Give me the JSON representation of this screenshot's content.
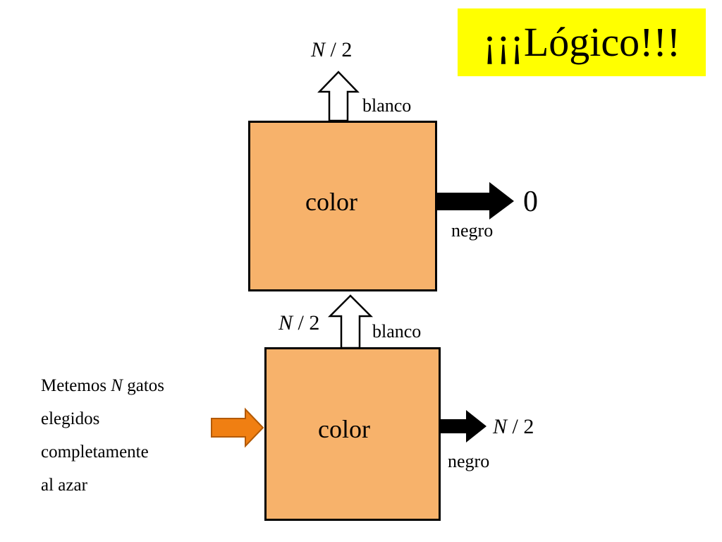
{
  "banner": {
    "text": "¡¡¡Lógico!!!",
    "color": "#ffff00"
  },
  "top_module": {
    "label": "color",
    "up_output": {
      "count_var": "N",
      "count_rest": " / 2",
      "label": "blanco"
    },
    "right_output": {
      "value": "0",
      "label": "negro"
    }
  },
  "bottom_module": {
    "label": "color",
    "up_output": {
      "count_var": "N",
      "count_rest": " / 2",
      "label": "blanco"
    },
    "right_output": {
      "count_var": "N",
      "count_rest": " / 2",
      "label": "negro"
    }
  },
  "input_text": {
    "line1_prefix": "Metemos ",
    "line1_var": "N",
    "line1_suffix": " gatos",
    "line2": "elegidos",
    "line3": "completamente",
    "line4": "al azar"
  },
  "colors": {
    "box_fill": "#f7b26b",
    "input_arrow": "#f07f12",
    "output_arrow": "#000000"
  }
}
